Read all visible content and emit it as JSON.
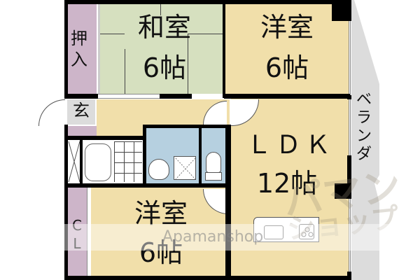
{
  "floorplan": {
    "rooms": {
      "washitsu": {
        "name": "和室",
        "size": "6帖",
        "color": "#d6e0bf"
      },
      "youshitsu_top": {
        "name": "洋室",
        "size": "6帖",
        "color": "#f1dfaa"
      },
      "ldk": {
        "name": "ＬＤＫ",
        "size": "12帖",
        "color": "#f1dfaa"
      },
      "youshitsu_bottom": {
        "name": "洋室",
        "size": "6帖",
        "color": "#f1dfaa"
      },
      "oshiire": {
        "name": "押入",
        "color": "#cdb5c9"
      },
      "genkan": {
        "name": "玄",
        "color": "#dcdcdc"
      },
      "closet": {
        "label_c": "C",
        "label_l": "L",
        "color": "#cdb5c9"
      },
      "bath_area": {
        "color": "#b6d0e0"
      },
      "veranda": {
        "name": "ベランダ",
        "color": "#dcdcdc"
      }
    },
    "colors": {
      "wall": "#000000",
      "background": "#ffffff"
    },
    "watermark": {
      "text": "Apamanshop",
      "kana_top": "パマン",
      "kana_bottom": "ショップ"
    }
  }
}
